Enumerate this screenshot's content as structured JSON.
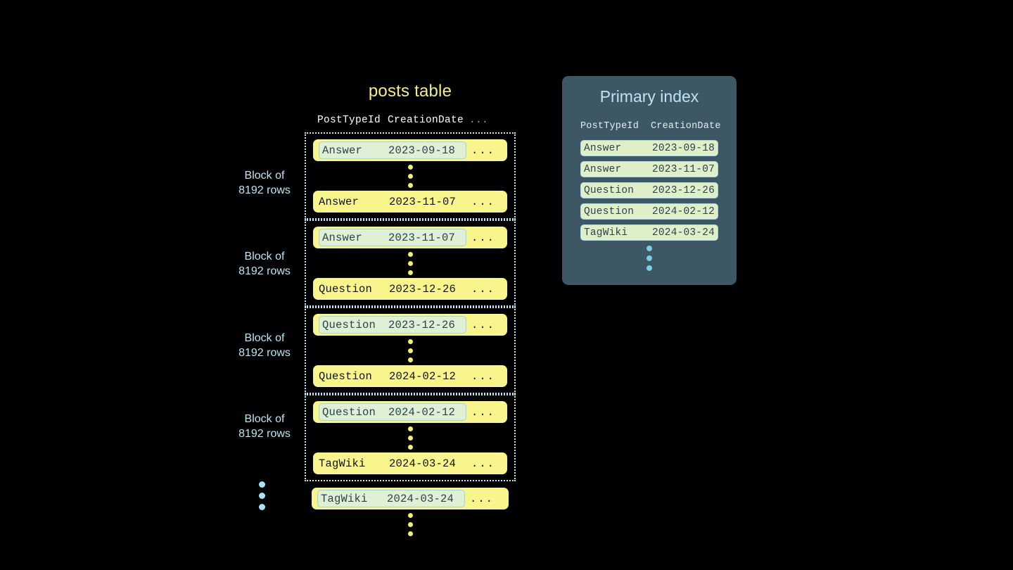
{
  "posts_table": {
    "title": "posts table",
    "columns": {
      "post_type_id": "PostTypeId",
      "creation_date": "CreationDate",
      "more": "..."
    },
    "blocks": [
      {
        "label_line1": "Block of",
        "label_line2": "8192 rows",
        "first_row": {
          "type": "Answer",
          "date": "2023-09-18",
          "more": "...",
          "highlighted": true
        },
        "last_row": {
          "type": "Answer",
          "date": "2023-11-07",
          "more": "...",
          "highlighted": false
        }
      },
      {
        "label_line1": "Block of",
        "label_line2": "8192 rows",
        "first_row": {
          "type": "Answer",
          "date": "2023-11-07",
          "more": "...",
          "highlighted": true
        },
        "last_row": {
          "type": "Question",
          "date": "2023-12-26",
          "more": "...",
          "highlighted": false
        }
      },
      {
        "label_line1": "Block of",
        "label_line2": "8192 rows",
        "first_row": {
          "type": "Question",
          "date": "2023-12-26",
          "more": "...",
          "highlighted": true
        },
        "last_row": {
          "type": "Question",
          "date": "2024-02-12",
          "more": "...",
          "highlighted": false
        }
      },
      {
        "label_line1": "Block of",
        "label_line2": "8192 rows",
        "first_row": {
          "type": "Question",
          "date": "2024-02-12",
          "more": "...",
          "highlighted": true
        },
        "last_row": {
          "type": "TagWiki",
          "date": "2024-03-24",
          "more": "...",
          "highlighted": false
        }
      }
    ],
    "trailing_row": {
      "type": "TagWiki",
      "date": "2024-03-24",
      "more": "...",
      "highlighted": true
    }
  },
  "primary_index": {
    "title": "Primary index",
    "columns": {
      "post_type_id": "PostTypeId",
      "creation_date": "CreationDate"
    },
    "rows": [
      {
        "type": "Answer",
        "date": "2023-09-18"
      },
      {
        "type": "Answer",
        "date": "2023-11-07"
      },
      {
        "type": "Question",
        "date": "2023-12-26"
      },
      {
        "type": "Question",
        "date": "2024-02-12"
      },
      {
        "type": "TagWiki",
        "date": "2024-03-24"
      }
    ]
  },
  "colors": {
    "background": "#000000",
    "row_yellow": "#f7f58c",
    "key_green": "#dff0d4",
    "key_border": "#9fd4e6",
    "accent_blue": "#b9e6f5",
    "panel_slate": "#3d5764",
    "title_yellow": "#f2f07a"
  }
}
